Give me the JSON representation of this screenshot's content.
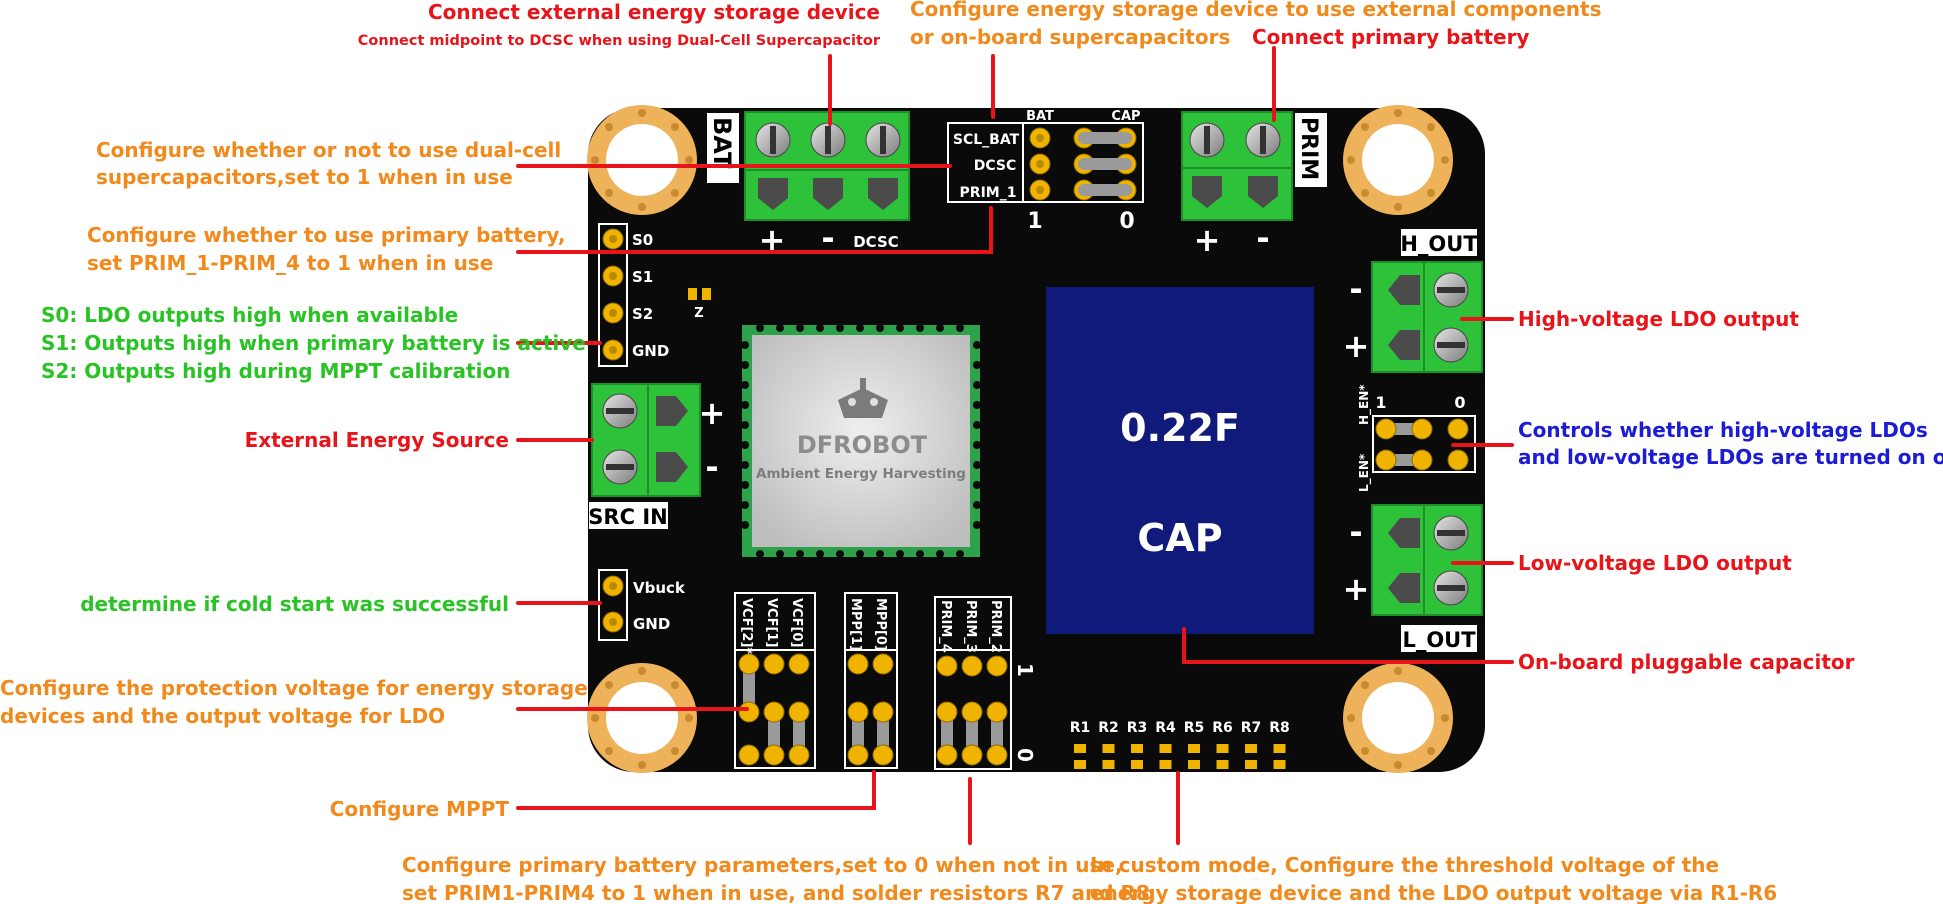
{
  "board": {
    "brand": "DFROBOT",
    "module_subtitle": "Ambient Energy Harvesting",
    "cap_value": "0.22F",
    "cap_name": "CAP",
    "silk": {
      "bat": "BAT",
      "prim": "PRIM",
      "h_out": "H_OUT",
      "l_out": "L_OUT",
      "src_in": "SRC IN",
      "plus": "+",
      "minus": "-",
      "dcsc_pin": "DCSC",
      "jp_scl_bat": "SCL_BAT",
      "jp_dcsc": "DCSC",
      "jp_prim_1": "PRIM_1",
      "jp_bat": "BAT",
      "jp_cap": "CAP",
      "jp_one": "1",
      "jp_zero": "0",
      "s0": "S0",
      "s1": "S1",
      "s2": "S2",
      "gnd": "GND",
      "vbuck": "Vbuck",
      "gnd2": "GND",
      "z": "Z",
      "h_en": "H_EN*",
      "l_en": "L_EN*",
      "en_one": "1",
      "en_zero": "0",
      "vcf0": "VCF[0]",
      "vcf1": "VCF[1]",
      "vcf2": "VCF[2]*",
      "mpp0": "MPP[0]",
      "mpp1": "MPP[1]",
      "prim2": "PRIM_2",
      "prim3": "PRIM_3",
      "prim4": "PRIM_4",
      "bot_one": "1",
      "bot_zero": "0",
      "resistors": [
        "R1",
        "R2",
        "R3",
        "R4",
        "R5",
        "R6",
        "R7",
        "R8"
      ]
    }
  },
  "annotations": {
    "connect_storage": "Connect external energy storage device",
    "dcsc_midpoint": "Connect midpoint to DCSC when using Dual-Cell Supercapacitor",
    "configure_storage_l1": "Configure energy storage device to use external components",
    "configure_storage_l2": "or on-board supercapacitors",
    "connect_primary": "Connect primary battery",
    "dual_cell_l1": "Configure whether or not to use dual-cell",
    "dual_cell_l2": "supercapacitors,set to 1 when in use",
    "use_primary_l1": "Configure whether to use  primary battery,",
    "use_primary_l2": "set PRIM_1-PRIM_4 to 1 when in use",
    "s0_desc": "S0: LDO outputs high when available",
    "s1_desc": "S1: Outputs high when primary battery is active",
    "s2_desc": "S2: Outputs high during MPPT calibration",
    "external_source": "External Energy Source",
    "cold_start": "determine if cold start was successful",
    "protection_l1": "Configure the protection voltage for energy storage",
    "protection_l2": "devices and the output voltage for LDO",
    "mppt": "Configure MPPT",
    "prim_params_l1": "Configure primary battery parameters,set to 0 when not in use,",
    "prim_params_l2": "set PRIM1-PRIM4 to 1 when in use, and solder resistors R7 and R8",
    "custom_l1": "In custom mode, Configure the threshold voltage of the",
    "custom_l2": "energy storage device and the LDO output voltage via R1-R6",
    "high_ldo": "High-voltage LDO output",
    "ldo_ctrl_l1": "Controls whether high-voltage LDOs",
    "ldo_ctrl_l2": "and low-voltage LDOs are turned on or not",
    "low_ldo": "Low-voltage LDO output",
    "pluggable_cap": "On-board pluggable capacitor"
  },
  "colors": {
    "board": "#0a0a0a",
    "terminal": "#2ec13a",
    "cap_body": "#0f1a7a",
    "red": "#e8141a",
    "orange": "#f18a1c",
    "green": "#2ac326",
    "blue": "#1c1cd6"
  }
}
